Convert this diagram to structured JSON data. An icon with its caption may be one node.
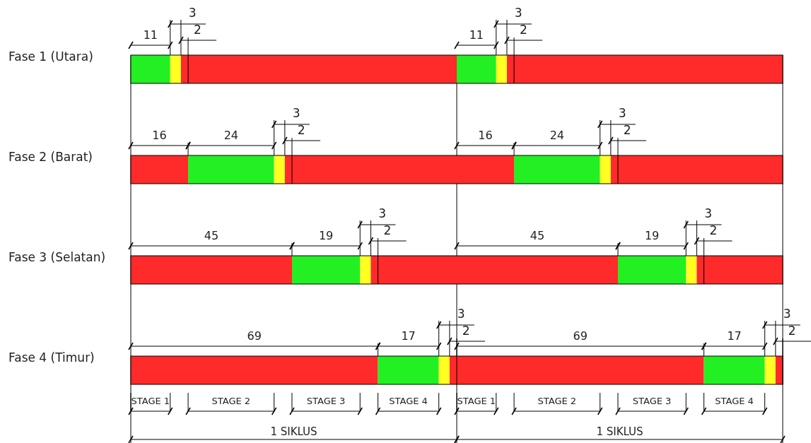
{
  "diagram": {
    "labels": [
      "Fase 1 (Utara)",
      "11",
      "3",
      "2",
      "11",
      "3",
      "2",
      "Fase 2 (Barat)",
      "16",
      "24",
      "3",
      "2",
      "16",
      "24",
      "3",
      "2",
      "Fase 3 (Selatan)",
      "45",
      "19",
      "3",
      "2",
      "45",
      "19",
      "3",
      "2",
      "Fase 4 (Timur)",
      "69",
      "17",
      "3",
      "2",
      "69",
      "17",
      "3",
      "2",
      "STAGE 1",
      "STAGE 2",
      "STAGE 3",
      "STAGE 4",
      "STAGE 1",
      "STAGE 2",
      "STAGE 3",
      "STAGE 4",
      "1 SIKLUS",
      "1 SIKLUS"
    ]
  }
}
